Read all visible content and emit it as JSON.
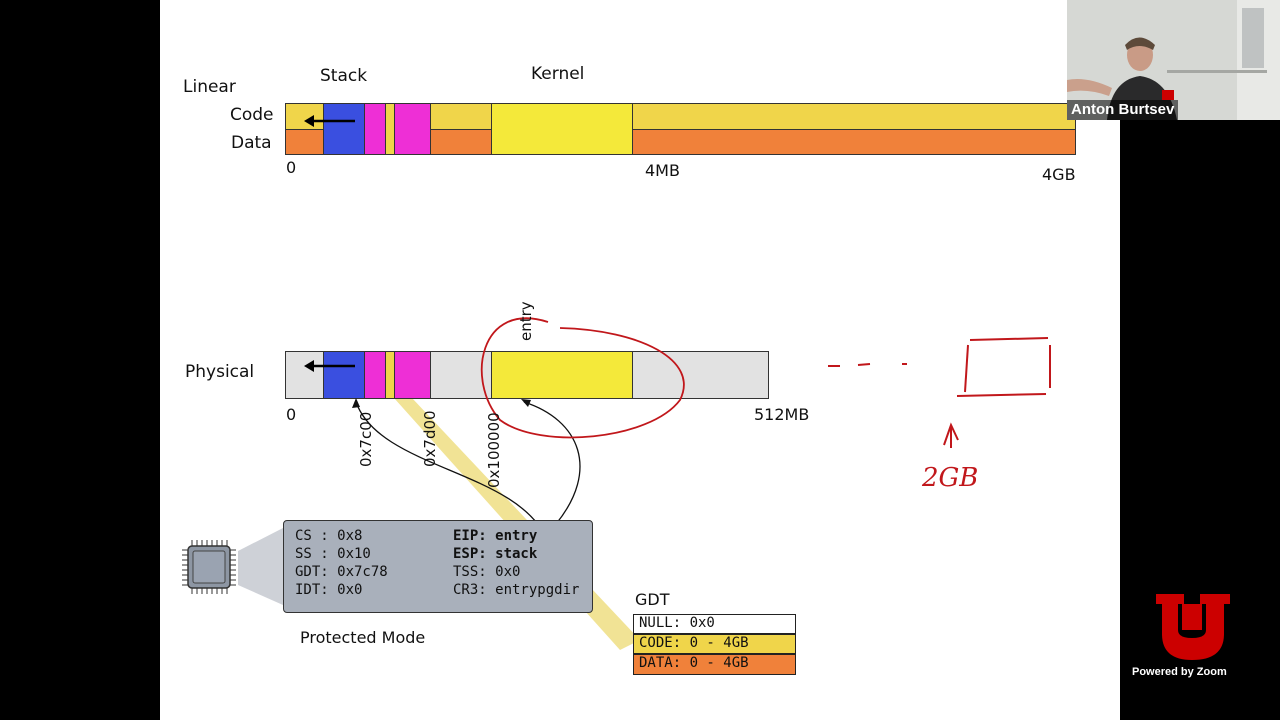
{
  "diagram": {
    "linear": {
      "label": "Linear",
      "code_label": "Code",
      "data_label": "Data",
      "stack_label": "Stack",
      "kernel_label": "Kernel",
      "tick_start": "0",
      "tick_mid": "4MB",
      "tick_end": "4GB"
    },
    "physical": {
      "label": "Physical",
      "tick_start": "0",
      "tick_end": "512MB",
      "entry_label": "entry",
      "addr_7c00": "0x7c00",
      "addr_7d00": "0x7d00",
      "addr_100000": "0x100000"
    },
    "cpu": {
      "cs": "CS : 0x8",
      "ss": "SS : 0x10",
      "gdt": "GDT: 0x7c78",
      "idt": "IDT: 0x0",
      "eip_key": "EIP:",
      "eip_val": " entry",
      "esp_key": "ESP:",
      "esp_val": " stack",
      "tss": "TSS: 0x0",
      "cr3": "CR3: entrypgdir",
      "mode_label": "Protected Mode"
    },
    "gdt": {
      "title": "GDT",
      "rows": [
        "NULL: 0x0",
        "CODE: 0 - 4GB",
        "DATA: 0 - 4GB"
      ]
    }
  },
  "annotations": {
    "handwritten_label": "2GB"
  },
  "zoom": {
    "participant_name": "Anton Burtsev",
    "powered_by": "Powered by Zoom"
  },
  "colors": {
    "code_yellow": "#f0d54a",
    "data_orange": "#f0813a",
    "kernel_yellow": "#f4e93a",
    "stack_blue": "#3a4fe0",
    "magenta": "#ee2fd6",
    "physical_gray": "#e2e2e2",
    "annotation_red": "#c1171b",
    "utah_red": "#cc0000"
  }
}
